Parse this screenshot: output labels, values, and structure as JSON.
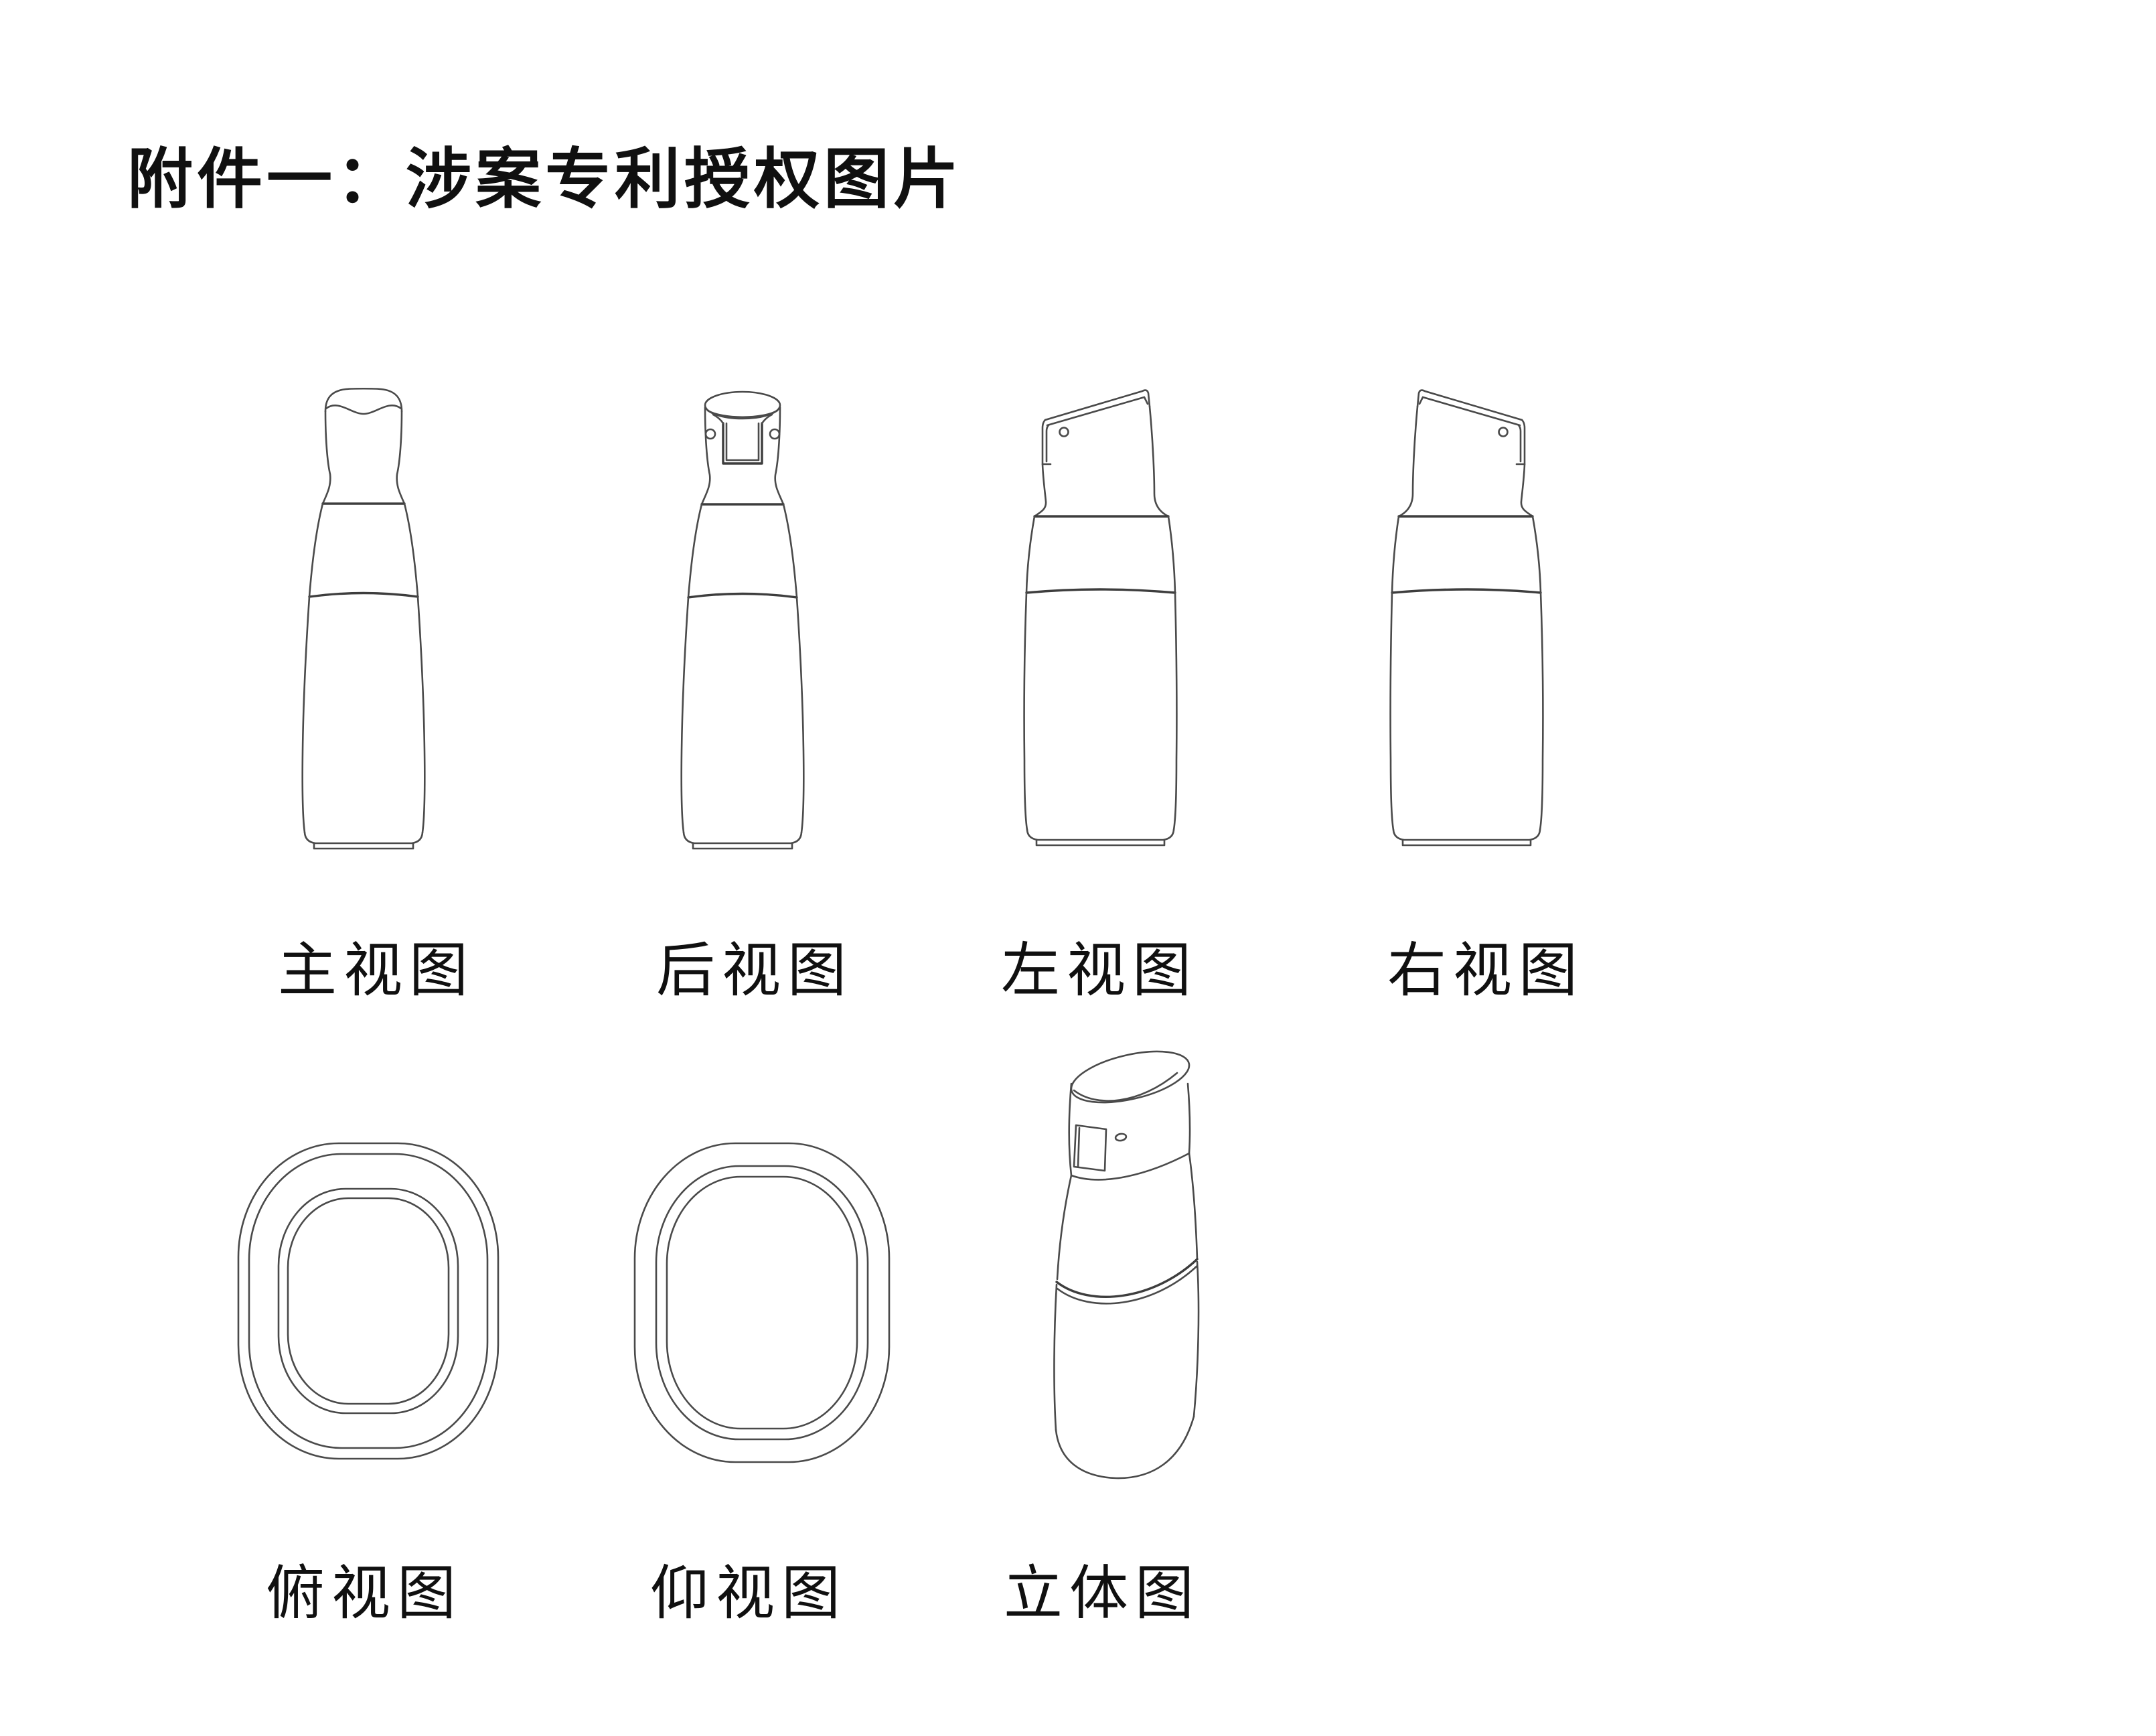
{
  "page": {
    "background_color": "#ffffff",
    "ink_color": "#101010",
    "drawing_line_color": "#4a4a4a"
  },
  "title": "附件一：涉案专利授权图片",
  "views": [
    {
      "id": "front",
      "label": "主视图"
    },
    {
      "id": "rear",
      "label": "后视图"
    },
    {
      "id": "left",
      "label": "左视图"
    },
    {
      "id": "right",
      "label": "右视图"
    },
    {
      "id": "top",
      "label": "俯视图"
    },
    {
      "id": "bottom",
      "label": "仰视图"
    },
    {
      "id": "perspective",
      "label": "立体图"
    }
  ]
}
